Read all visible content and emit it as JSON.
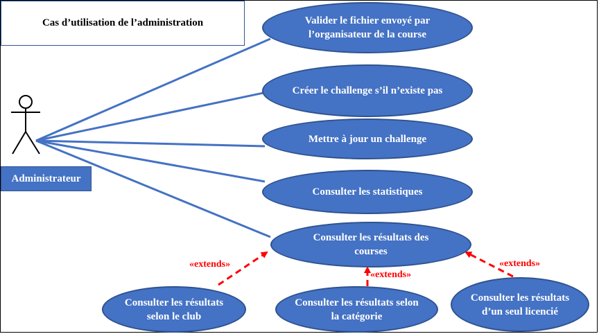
{
  "title": "Cas d’utilisation de l’administration",
  "actor": {
    "label": "Administrateur"
  },
  "use_cases": [
    {
      "id": "uc1",
      "label": "Valider le fichier envoyé par l’organisateur de la course"
    },
    {
      "id": "uc2",
      "label": "Créer le challenge s’il n’existe pas"
    },
    {
      "id": "uc3",
      "label": "Mettre à jour un challenge"
    },
    {
      "id": "uc4",
      "label": "Consulter les statistiques"
    },
    {
      "id": "uc5",
      "label": "Consulter les résultats des courses"
    },
    {
      "id": "uc6",
      "label": "Consulter les résultats selon le club"
    },
    {
      "id": "uc7",
      "label": "Consulter les résultats selon la catégorie"
    },
    {
      "id": "uc8",
      "label": "Consulter les résultats d’un seul licencié"
    }
  ],
  "extends_label": "«extends»",
  "colors": {
    "usecase_fill": "#4472c4",
    "usecase_border": "#2f528f",
    "association_line": "#4472c4",
    "extends_line": "#ff0000"
  }
}
